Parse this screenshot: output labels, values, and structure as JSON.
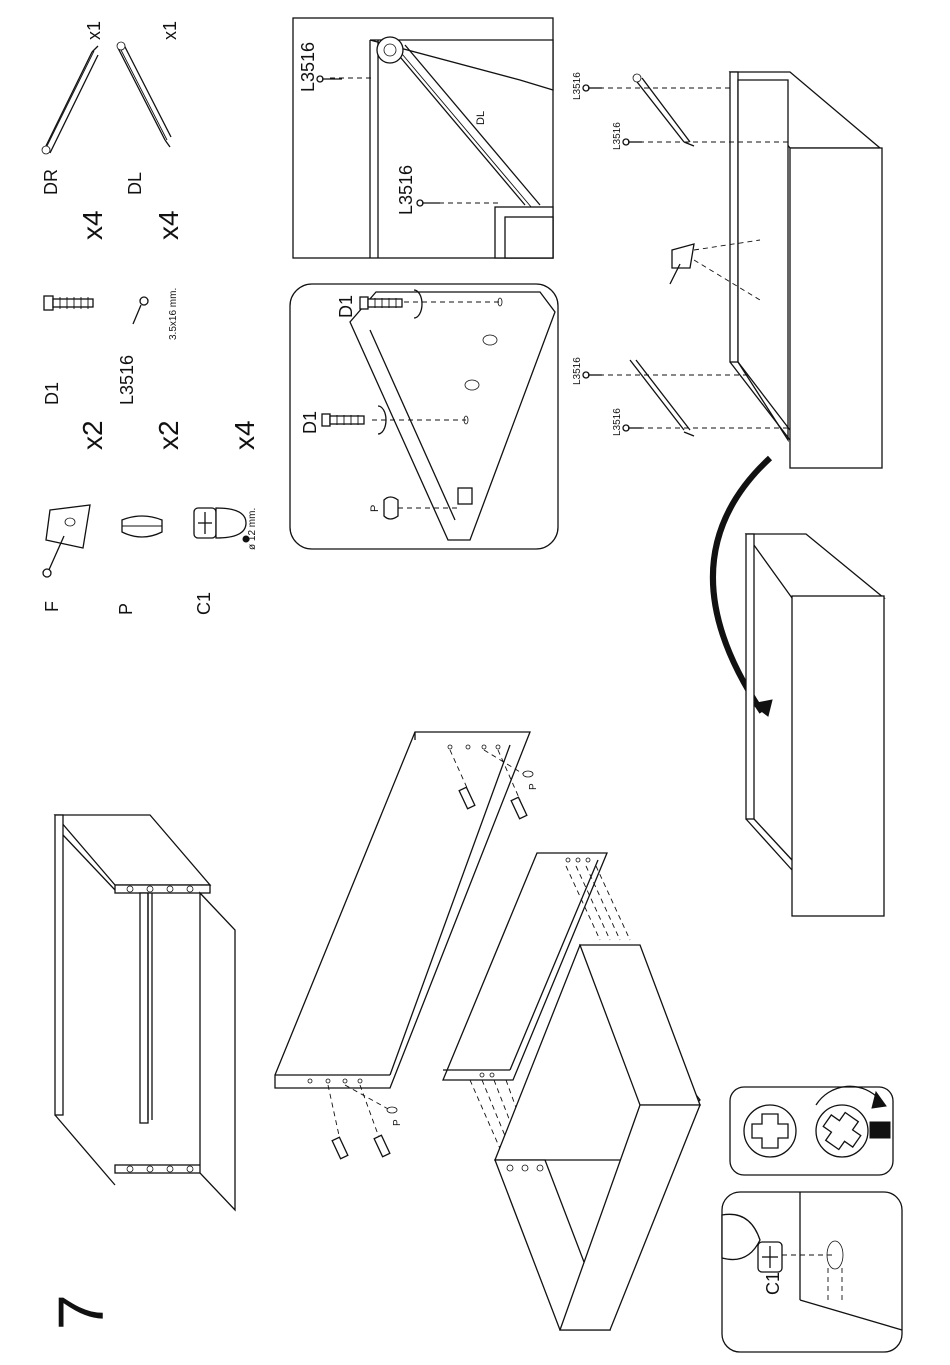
{
  "step": {
    "number": "7"
  },
  "parts": {
    "dr": {
      "code": "DR",
      "qty": "x1"
    },
    "dl": {
      "code": "DL",
      "qty": "x1"
    },
    "d1": {
      "code": "D1",
      "qty": "x4"
    },
    "l3516": {
      "code": "L3516",
      "qty": "x4",
      "size": "3.5x16 mm."
    },
    "f": {
      "code": "F",
      "qty": "x2"
    },
    "p": {
      "code": "P",
      "qty": "x2"
    },
    "c1": {
      "code": "C1",
      "qty": "x4",
      "size": "ø 12 mm."
    }
  },
  "detail_runner": {
    "screw_label": "L3516",
    "runner_label": "DL"
  },
  "detail_dowels": {
    "dowel_label": "D1",
    "plug_label": "P"
  },
  "runner_install": {
    "screw_label": "L3516"
  },
  "assembly": {
    "plug_label": "P"
  },
  "camlock_detail": {
    "label": "C1"
  }
}
